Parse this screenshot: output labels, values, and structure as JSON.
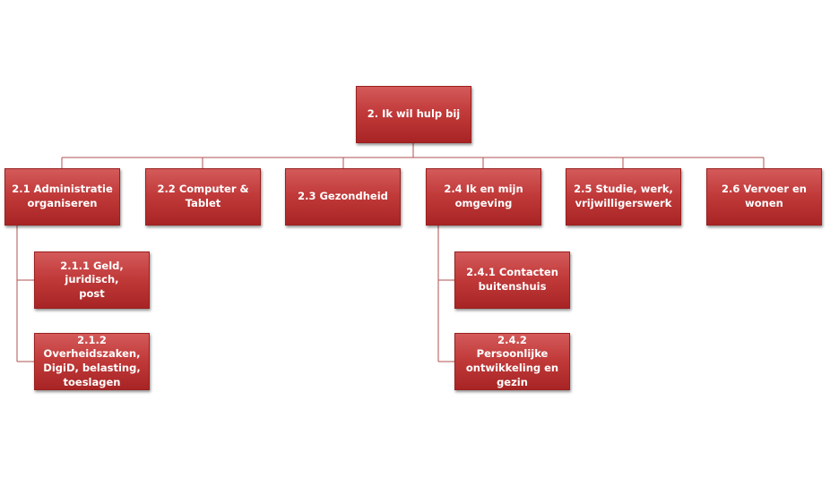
{
  "diagram": {
    "root": "2. Ik wil hulp bij",
    "children": [
      {
        "label": "2.1 Administratie\norganiseren",
        "children": [
          "2.1.1 Geld, juridisch,\npost",
          "2.1.2 Overheidszaken,\nDigiD,  belasting,\ntoeslagen"
        ]
      },
      {
        "label": "2.2 Computer & Tablet"
      },
      {
        "label": "2.3 Gezondheid"
      },
      {
        "label": "2.4 Ik en mijn\nomgeving",
        "children": [
          "2.4.1 Contacten\nbuitenshuis",
          "2.4.2 Persoonlijke\nontwikkeling  en gezin"
        ]
      },
      {
        "label": "2.5 Studie, werk,\nvrijwilligerswerk"
      },
      {
        "label": "2.6 Vervoer en wonen"
      }
    ],
    "colors": {
      "box": "#c0392b",
      "box_border": "#9a2020",
      "connector": "#b05050",
      "text": "#ffffff"
    }
  }
}
